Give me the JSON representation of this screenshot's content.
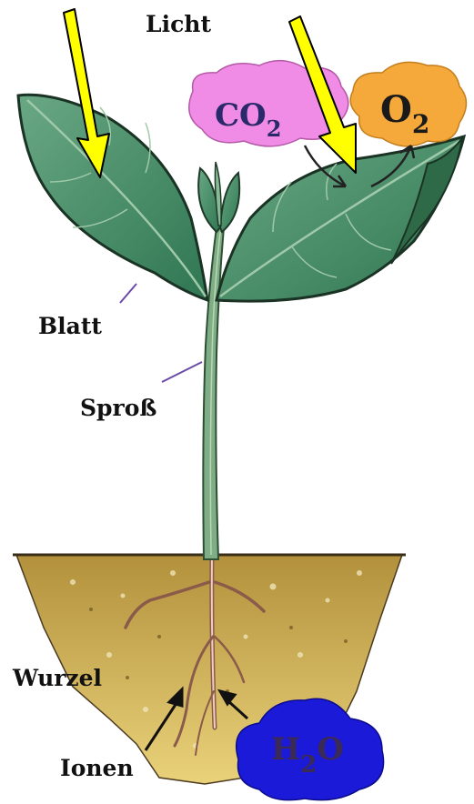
{
  "labels": {
    "light": "Licht",
    "leaf": "Blatt",
    "shoot": "Sproß",
    "root": "Wurzel",
    "ions": "Ionen"
  },
  "molecules": {
    "co2": {
      "symbol": "CO",
      "sub": "2"
    },
    "o2": {
      "symbol": "O",
      "sub": "2"
    },
    "h2o": {
      "h": "H",
      "sub": "2",
      "o": "O"
    }
  },
  "colors": {
    "light_arrow": "#ffff00",
    "leaf": "#4f9a6a",
    "soil": "#c9a84a",
    "co2_cloud": "#f08ce6",
    "o2_cloud": "#f5a93a",
    "h2o_cloud": "#1a1ad8",
    "pointer_line": "#6a4aa8"
  }
}
